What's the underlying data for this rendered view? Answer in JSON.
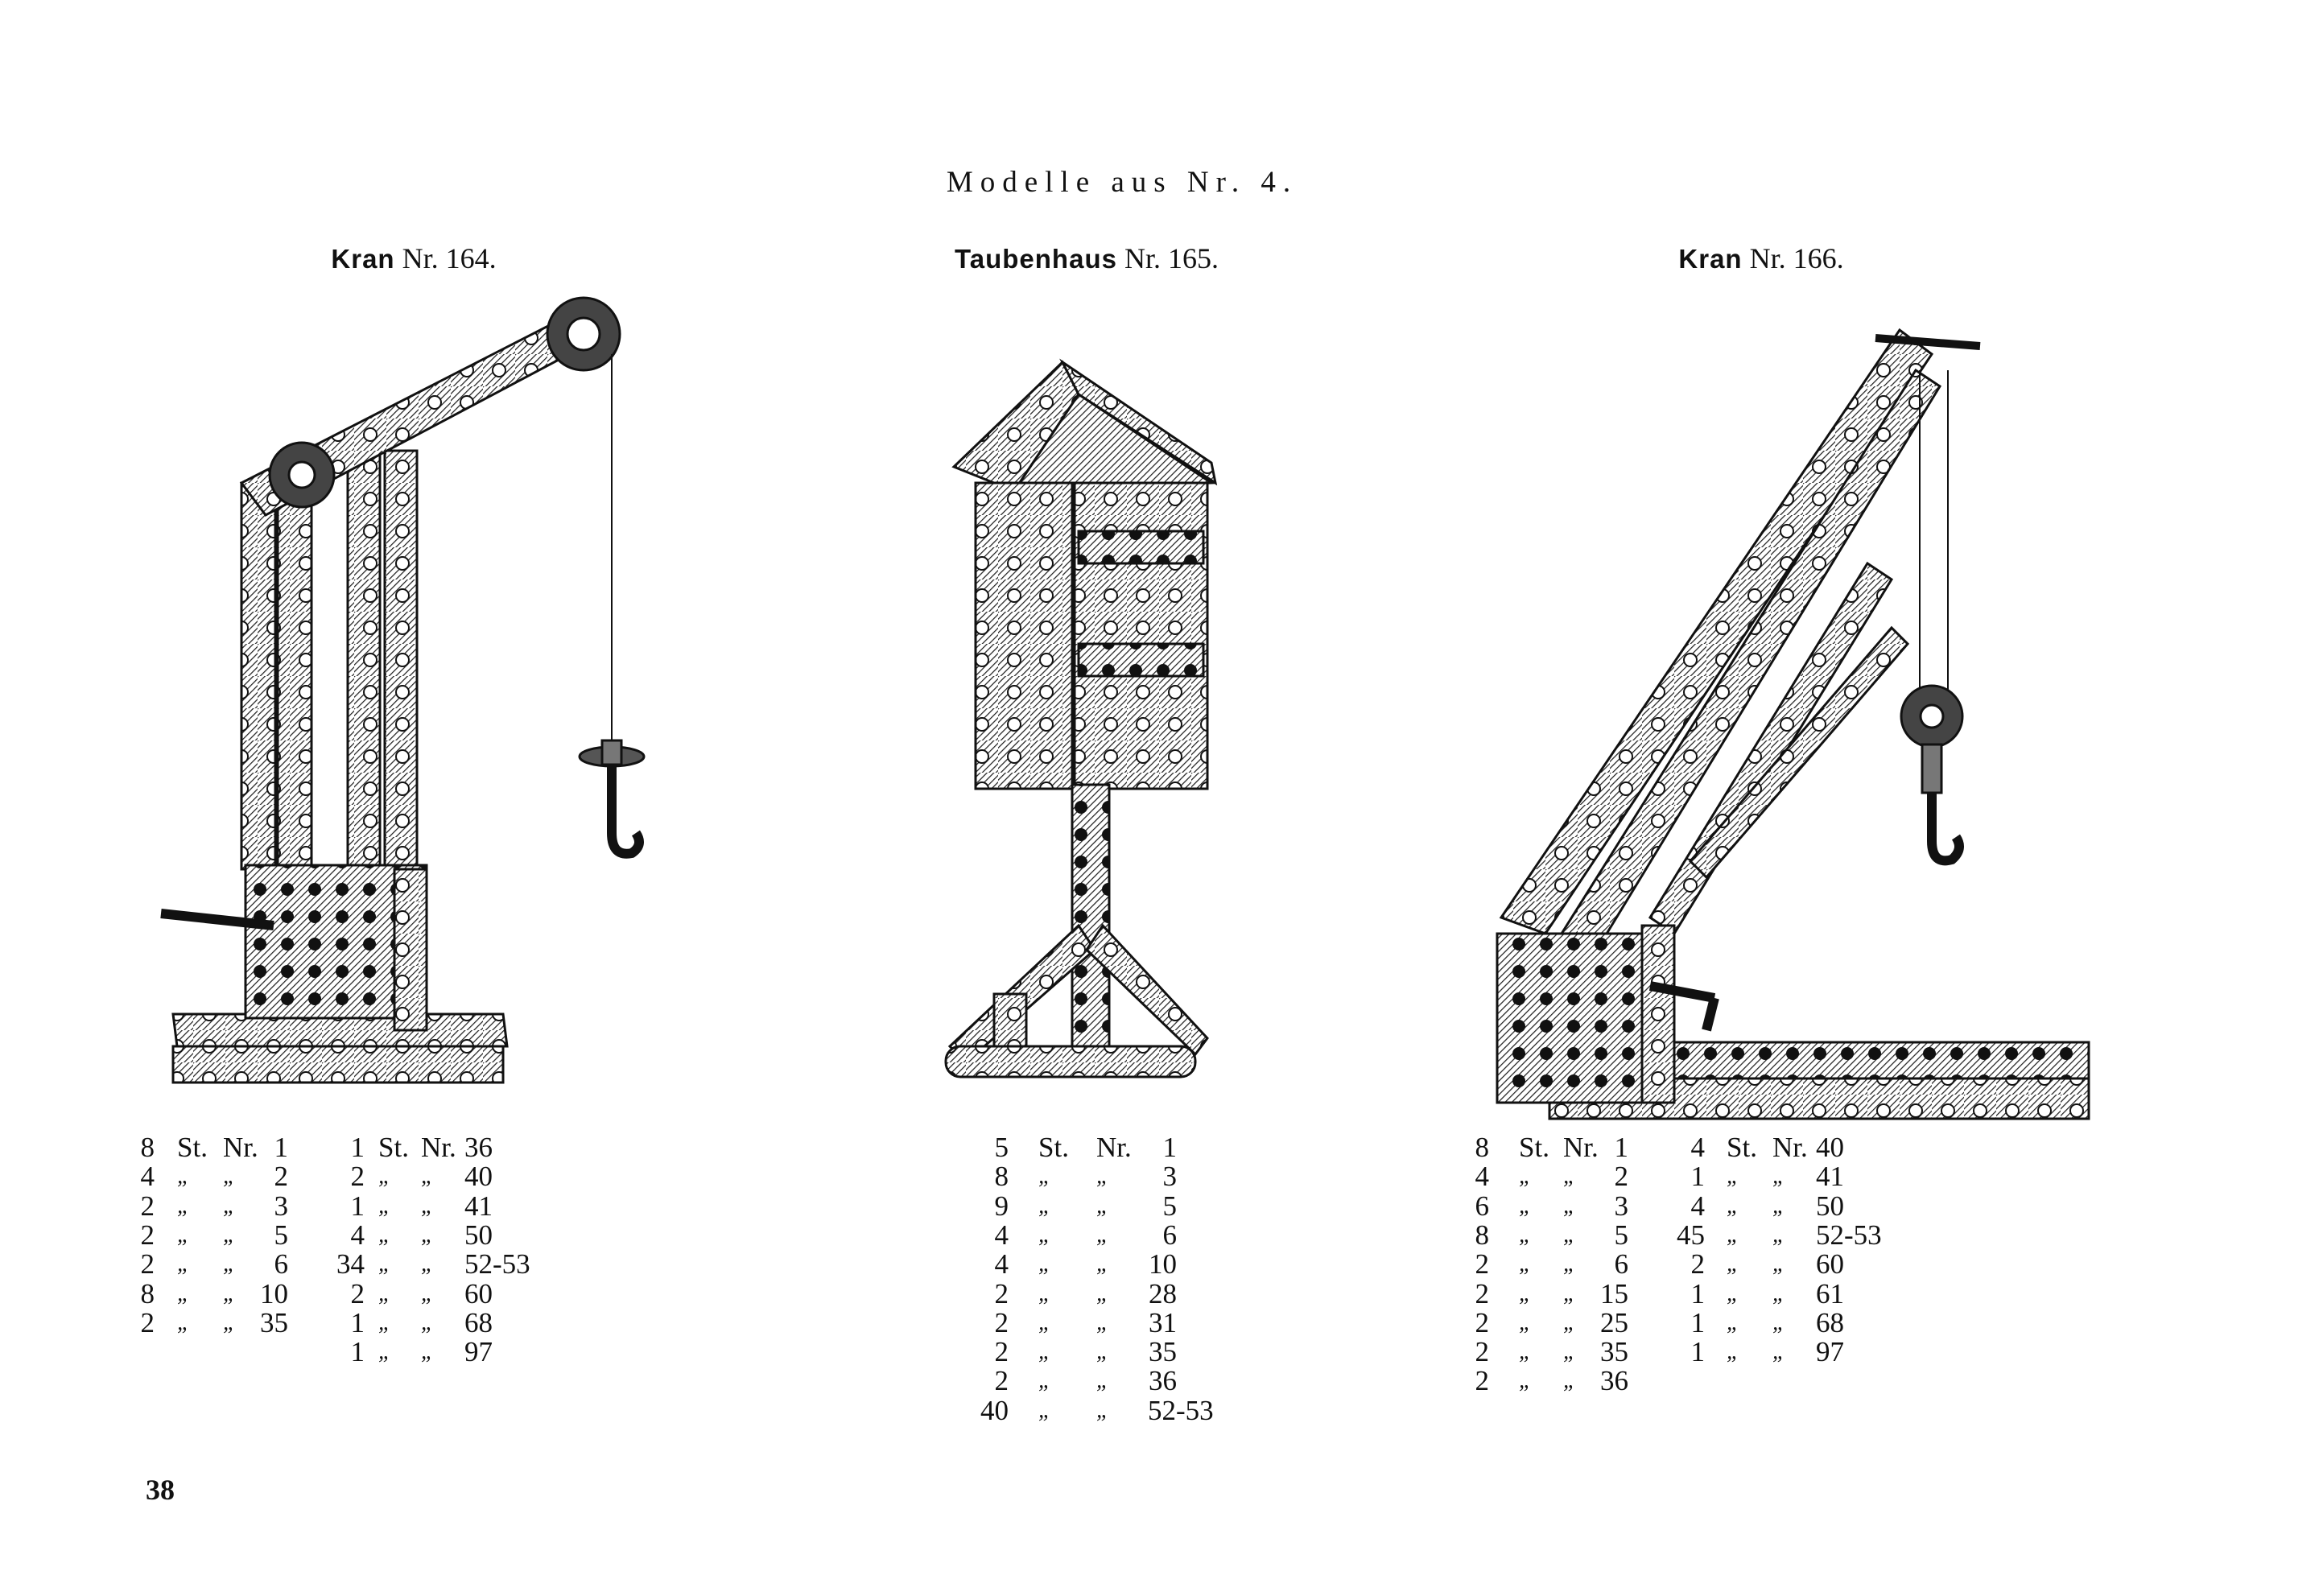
{
  "header": {
    "title": "Modelle aus Nr. 4."
  },
  "models": [
    {
      "name": "Kran",
      "number": "Nr. 164.",
      "parts_columns": [
        [
          [
            "8",
            "St.",
            "Nr.",
            "1"
          ],
          [
            "4",
            "„",
            "„",
            "2"
          ],
          [
            "2",
            "„",
            "„",
            "3"
          ],
          [
            "2",
            "„",
            "„",
            "5"
          ],
          [
            "2",
            "„",
            "„",
            "6"
          ],
          [
            "8",
            "„",
            "„",
            "10"
          ],
          [
            "2",
            "„",
            "„",
            "35"
          ]
        ],
        [
          [
            "1",
            "St.",
            "Nr.",
            "36"
          ],
          [
            "2",
            "„",
            "„",
            "40"
          ],
          [
            "1",
            "„",
            "„",
            "41"
          ],
          [
            "4",
            "„",
            "„",
            "50"
          ],
          [
            "34",
            "„",
            "„",
            "52-53"
          ],
          [
            "2",
            "„",
            "„",
            "60"
          ],
          [
            "1",
            "„",
            "„",
            "68"
          ],
          [
            "1",
            "„",
            "„",
            "97"
          ]
        ]
      ]
    },
    {
      "name": "Taubenhaus",
      "number": "Nr. 165.",
      "parts_columns": [
        [
          [
            "5",
            "St.",
            "Nr.",
            "1"
          ],
          [
            "8",
            "„",
            "„",
            "3"
          ],
          [
            "9",
            "„",
            "„",
            "5"
          ],
          [
            "4",
            "„",
            "„",
            "6"
          ],
          [
            "4",
            "„",
            "„",
            "10"
          ],
          [
            "2",
            "„",
            "„",
            "28"
          ],
          [
            "2",
            "„",
            "„",
            "31"
          ],
          [
            "2",
            "„",
            "„",
            "35"
          ],
          [
            "2",
            "„",
            "„",
            "36"
          ],
          [
            "40",
            "„",
            "„",
            "52-53"
          ]
        ]
      ]
    },
    {
      "name": "Kran",
      "number": "Nr. 166.",
      "parts_columns": [
        [
          [
            "8",
            "St.",
            "Nr.",
            "1"
          ],
          [
            "4",
            "„",
            "„",
            "2"
          ],
          [
            "6",
            "„",
            "„",
            "3"
          ],
          [
            "8",
            "„",
            "„",
            "5"
          ],
          [
            "2",
            "„",
            "„",
            "6"
          ],
          [
            "2",
            "„",
            "„",
            "15"
          ],
          [
            "2",
            "„",
            "„",
            "25"
          ],
          [
            "2",
            "„",
            "„",
            "35"
          ],
          [
            "2",
            "„",
            "„",
            "36"
          ]
        ],
        [
          [
            "4",
            "St.",
            "Nr.",
            "40"
          ],
          [
            "1",
            "„",
            "„",
            "41"
          ],
          [
            "4",
            "„",
            "„",
            "50"
          ],
          [
            "45",
            "„",
            "„",
            "52-53"
          ],
          [
            "2",
            "„",
            "„",
            "60"
          ],
          [
            "1",
            "„",
            "„",
            "61"
          ],
          [
            "1",
            "„",
            "„",
            "68"
          ],
          [
            "1",
            "„",
            "„",
            "97"
          ]
        ]
      ]
    }
  ],
  "page_number": "38",
  "colors": {
    "ink": "#111111",
    "paper": "#ffffff",
    "metal": "#9a9a9a"
  }
}
